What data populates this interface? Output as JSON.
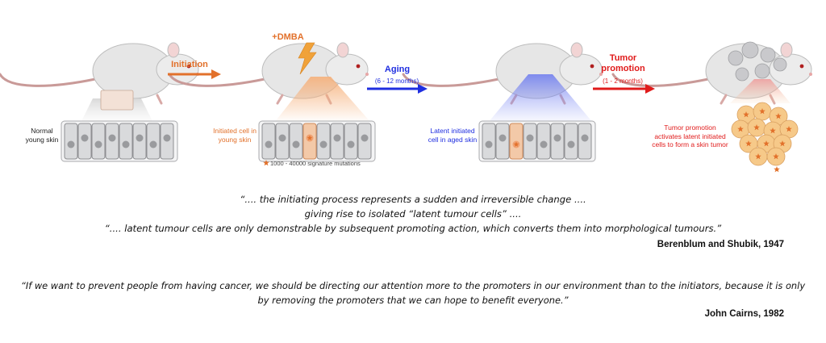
{
  "colors": {
    "initiation": "#e2712b",
    "aging": "#1f2ee0",
    "promotion": "#e01b1b",
    "mouse_body": "#e7e7e7",
    "cell": "#d9dadc",
    "nucleus": "#9a9b9e",
    "initiated_cell": "#f3c9a8",
    "tumor": "#f6c989"
  },
  "stages": {
    "normal_label": "Normal young skin",
    "initiated_label": "Initiated cell in young skin",
    "latent_label": "Latent initiated cell in aged skin",
    "tumor_label": "Tumor promotion activates latent initiated cells to form a skin tumor"
  },
  "agent": "+DMBA",
  "mutation_note": "1000 - 40000 signature mutations",
  "arrows": {
    "initiation": "Initiation",
    "aging": "Aging",
    "aging_time": "(6 - 12 months)",
    "promotion_line1": "Tumor",
    "promotion_line2": "promotion",
    "promotion_time": "(1 - 2 months)"
  },
  "quote1": {
    "line1": "“.... the initiating process represents a sudden and irreversible change ....",
    "line2": "giving rise to isolated “latent tumour cells” ....",
    "line3": "“.... latent tumour cells are only demonstrable by subsequent promoting action, which converts them into morphological tumours.”",
    "citation": "Berenblum and Shubik, 1947"
  },
  "quote2": {
    "line1": "“If we want to prevent people from having cancer, we should be directing our attention more to the promoters in our environment than to the initiators, because it is only",
    "line2": "by removing the promoters that we can hope to benefit everyone.”",
    "citation": "John Cairns, 1982"
  }
}
